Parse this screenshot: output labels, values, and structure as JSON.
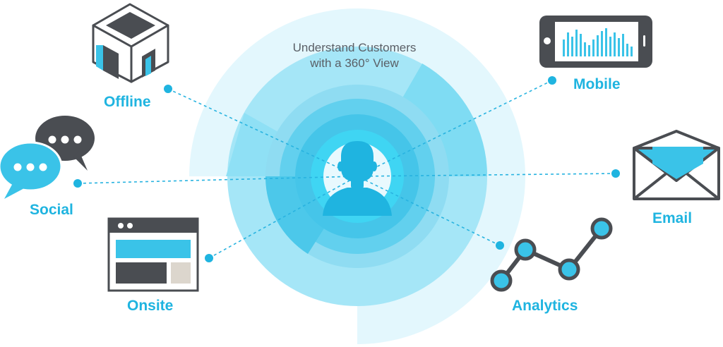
{
  "title": {
    "line1": "Understand Customers",
    "line2": "with a 360° View"
  },
  "channels": {
    "offline": "Offline",
    "social": "Social",
    "onsite": "Onsite",
    "mobile": "Mobile",
    "email": "Email",
    "analytics": "Analytics"
  },
  "icons": {
    "center": "customer-silhouette-icon",
    "offline": "store-building-icon",
    "social": "chat-bubbles-icon",
    "onsite": "browser-window-icon",
    "mobile": "smartphone-chart-icon",
    "email": "envelope-icon",
    "analytics": "line-graph-icon"
  },
  "colors": {
    "accent": "#1fb4e0",
    "dark": "#4a4d52",
    "light_accent": "#3ac3e8",
    "title_text": "#5a5f66"
  }
}
